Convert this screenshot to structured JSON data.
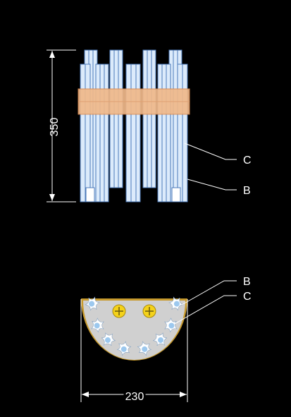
{
  "side_view": {
    "height_dimension": "350",
    "label_c": "C",
    "label_b": "B"
  },
  "cross_section": {
    "width_dimension": "230",
    "label_b": "B",
    "label_c": "C"
  },
  "colors": {
    "background": "#000000",
    "tube_fill": "#dcebfb",
    "tube_edge": "#4a78b8",
    "band_fill": "#f0b98a",
    "section_fill": "#d0d0d0",
    "section_rim": "#c79a2e",
    "bolt_fill": "#f4d21a",
    "star_fill": "#ffffff",
    "star_core": "#9cc8ee"
  }
}
